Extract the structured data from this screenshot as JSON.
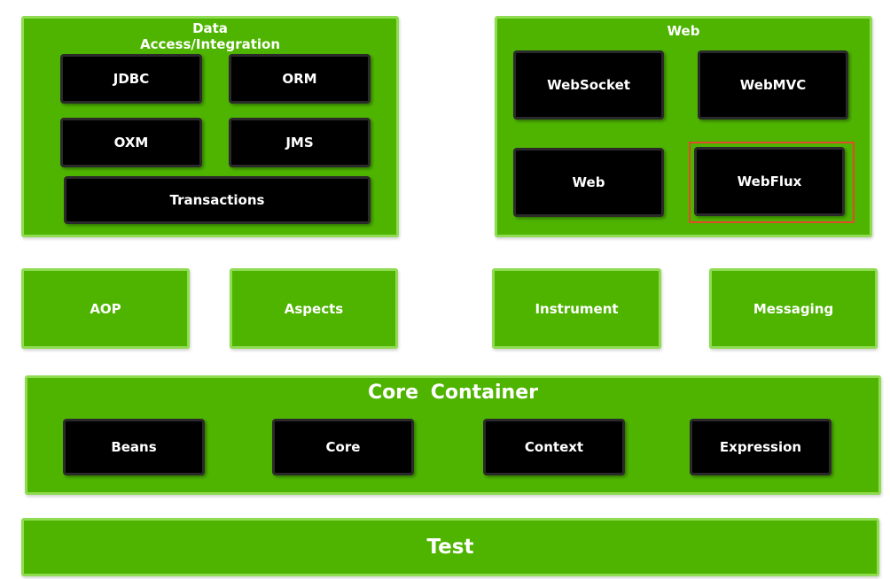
{
  "data_access": {
    "title_line1": "Data",
    "title_line2": "Access/Integration",
    "modules": [
      "JDBC",
      "ORM",
      "OXM",
      "JMS",
      "Transactions"
    ]
  },
  "web": {
    "title": "Web",
    "modules": [
      "WebSocket",
      "WebMVC",
      "Web",
      "WebFlux"
    ],
    "highlighted": "WebFlux"
  },
  "middle": [
    "AOP",
    "Aspects",
    "Instrument",
    "Messaging"
  ],
  "core_container": {
    "title": "Core Container",
    "modules": [
      "Beans",
      "Core",
      "Context",
      "Expression"
    ]
  },
  "test": {
    "label": "Test"
  },
  "colors": {
    "panel_green": "#4eb400",
    "panel_border": "#8fdc52",
    "module_black": "#000000",
    "highlight_red": "#e14a2c"
  }
}
